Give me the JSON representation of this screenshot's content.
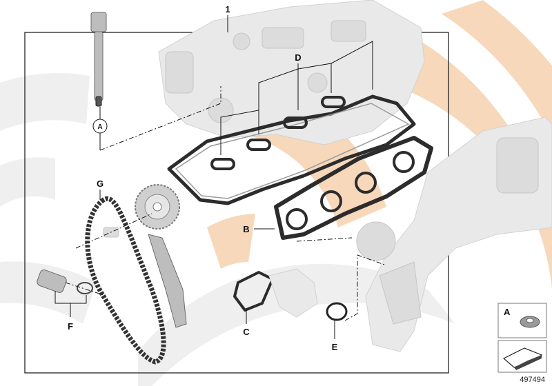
{
  "diagram": {
    "main_part_number": "1",
    "reference_number": "497494",
    "labels": {
      "A": "A",
      "B": "B",
      "C": "C",
      "D": "D",
      "E": "E",
      "F": "F",
      "G": "G"
    },
    "legend_box_label": "A",
    "colors": {
      "watermark": "#f6d4b4",
      "watermark_gray": "#efefef",
      "gasket": "#2c2c2c",
      "ghost_part": "#e9e9e9",
      "frame": "#111111"
    }
  }
}
